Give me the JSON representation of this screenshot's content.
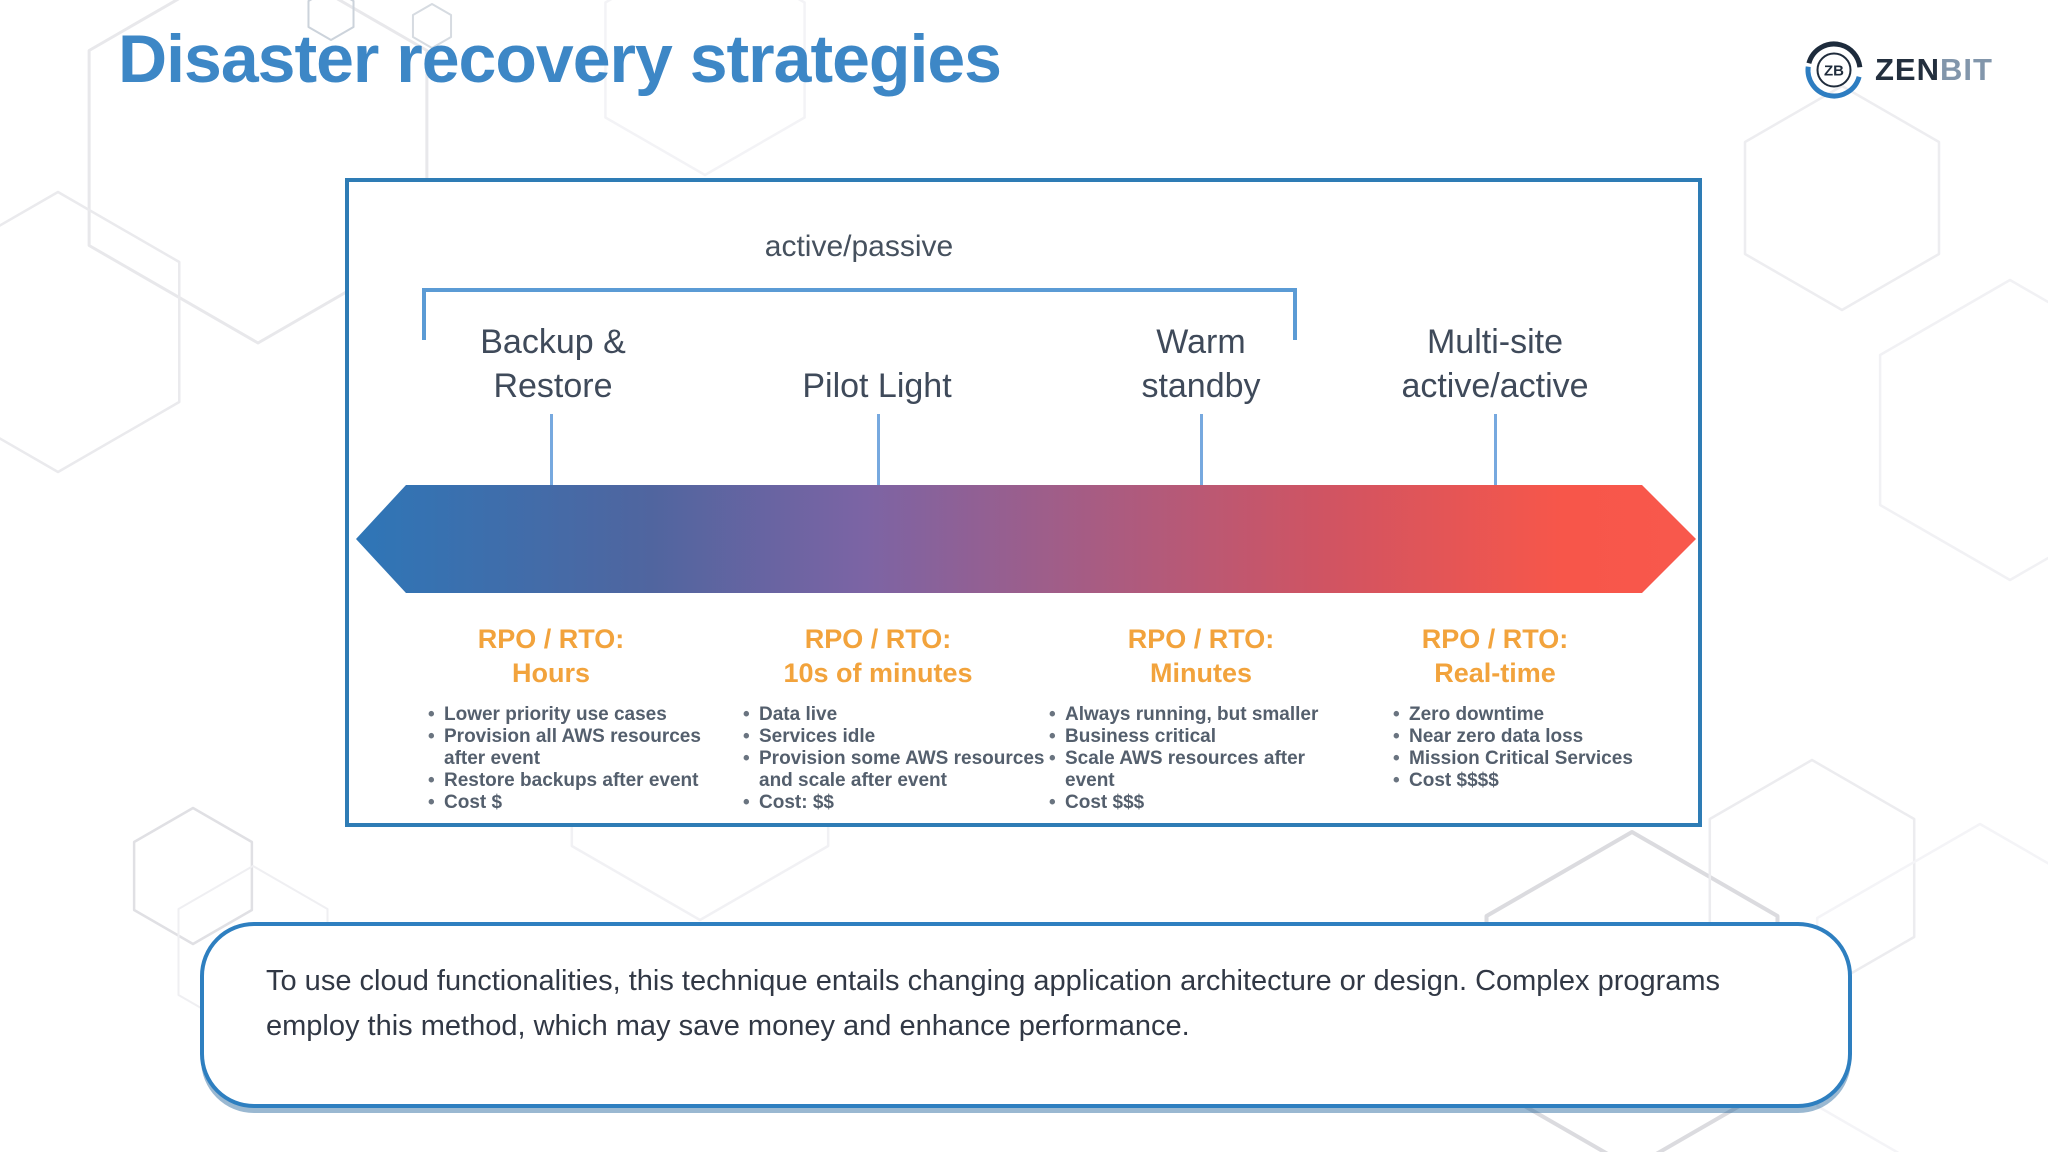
{
  "slide": {
    "title": "Disaster recovery strategies"
  },
  "logo": {
    "mark": "ZB",
    "brand_bold": "ZEN",
    "brand_light": "BIT"
  },
  "diagram": {
    "bracket_label": "active/passive",
    "strategies": [
      {
        "lines": [
          "Backup &",
          "Restore"
        ]
      },
      {
        "lines": [
          "",
          "Pilot Light"
        ]
      },
      {
        "lines": [
          "Warm",
          "standby"
        ]
      },
      {
        "lines": [
          "Multi-site",
          "active/active"
        ]
      }
    ],
    "columns": [
      {
        "rpo": [
          "RPO / RTO:",
          "Hours"
        ],
        "items": [
          "Lower priority use cases",
          "Provision all AWS resources after event",
          "Restore backups after event",
          "Cost $"
        ]
      },
      {
        "rpo": [
          "RPO / RTO:",
          "10s of minutes"
        ],
        "items": [
          "Data live",
          "Services idle",
          "Provision some AWS resources and scale after event",
          "Cost: $$"
        ]
      },
      {
        "rpo": [
          "RPO / RTO:",
          "Minutes"
        ],
        "items": [
          "Always running, but smaller",
          "Business critical",
          "Scale AWS resources after event",
          "Cost $$$"
        ]
      },
      {
        "rpo": [
          "RPO / RTO:",
          "Real-time"
        ],
        "items": [
          "Zero downtime",
          "Near zero data loss",
          "Mission Critical Services",
          "Cost $$$$"
        ]
      }
    ]
  },
  "note": {
    "text": "To use cloud functionalities, this technique entails changing application architecture or design. Complex programs employ this method, which may save money and enhance performance."
  },
  "colors": {
    "title_blue": "#3d87c6",
    "panel_border": "#2e7cb5",
    "bracket_blue": "#5b9bd5",
    "strategy_label": "#3f4a5a",
    "rpo_orange": "#f2a33c",
    "bullet_gray": "#545f6d",
    "arrow_left_blue": "#2e76b7",
    "arrow_right_red": "#f8584c",
    "note_border": "#2e7fc0",
    "note_text": "#313845",
    "brand_navy": "#232f3e",
    "brand_gray": "#8296ab"
  }
}
